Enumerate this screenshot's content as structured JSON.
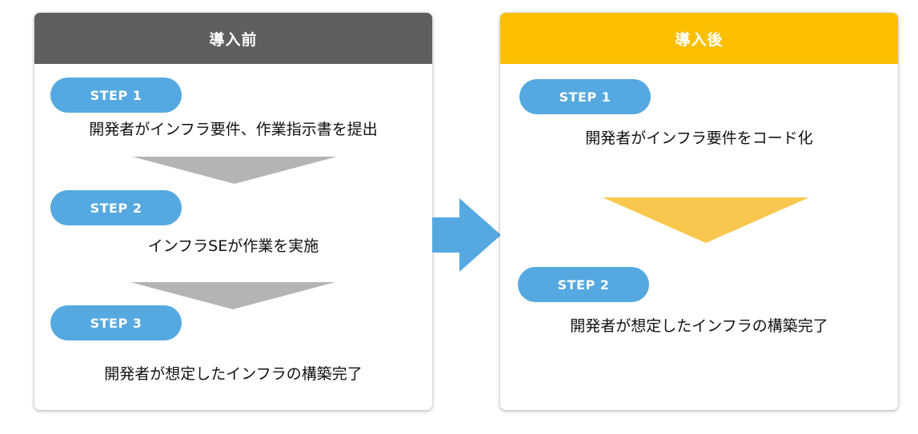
{
  "colors": {
    "before_header": "#5f5f5f",
    "after_header": "#fbbf00",
    "step_pill": "#55a9e0",
    "before_chevron": "#b4b4b4",
    "after_chevron": "#f9c64e",
    "center_arrow": "#55a9e0"
  },
  "before": {
    "title": "導入前",
    "steps": [
      {
        "label": "STEP 1",
        "text": "開発者がインフラ要件、作業指示書を提出"
      },
      {
        "label": "STEP 2",
        "text": "インフラSEが作業を実施"
      },
      {
        "label": "STEP 3",
        "text": "開発者が想定したインフラの構築完了"
      }
    ]
  },
  "after": {
    "title": "導入後",
    "steps": [
      {
        "label": "STEP 1",
        "text": "開発者がインフラ要件をコード化"
      },
      {
        "label": "STEP 2",
        "text": "開発者が想定したインフラの構築完了"
      }
    ]
  }
}
